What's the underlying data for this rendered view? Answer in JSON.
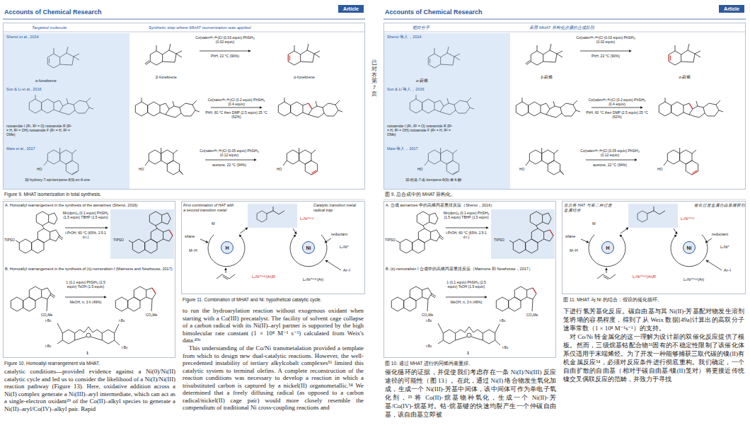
{
  "diagram": {
    "nodes": [
      {
        "text": [
          "Article"
        ]
      },
      {
        "text": [
          "Targeted molecule",
          "Synthetic step where MHAT isomerization was applied"
        ]
      },
      {
        "text": [
          "Shenvi et al., 2014",
          "α-funebrene",
          "Sun & Li et al., 2016",
          "notoamide I (R¹, R² = O) notoamide R (R¹ = H, R² = OH) notoamide F (R¹ = H, R² = OMe)",
          "Mats et al., 2017",
          "3β-hydroxy-7-epi-kempene-8(9)-en-6-one"
        ],
        "in": 1
      },
      {
        "text": [
          "A. Homoallyl rearrangement in the synthesis of the asmarines (Shenvi, 2016)",
          "B. Homoallyl rearrangement in the synthesis of (±)-nemoralisin I (Maimone and Newhouse, 2017)"
        ]
      },
      {
        "text": [
          "First combination of HAT with a second transition metal",
          "Catalytic transition metal radical trap"
        ]
      },
      {
        "text": [
          "H"
        ],
        "in": 4
      },
      {
        "text": [
          "Ni"
        ],
        "in": 4
      },
      {
        "text": [
          "Article"
        ]
      },
      {
        "text": [
          "靶向分子",
          "采用 MHAT 异构化步骤的合成阶段"
        ]
      },
      {
        "text": [
          "Shenvi 等人，2014",
          "α-葑烯",
          "Sun & Li 等人，2016",
          "notoamide I (R¹, R² = O) notoamide R (R¹ = H, R² = OH) notoamide F (R¹ = H, R² = OMe)",
          "Mats 等人，2017",
          "3β-羟基-7-表-kempene-8(9)-烯-6-酮"
        ],
        "in": 8
      },
      {
        "text": [
          "A. 合成 asmarines 中的高烯丙基重排反应（Shenvi，2016）",
          "B. (±)-nemoralisin I 合成中的高烯丙基重排反应（Maimone 和 Newhouse，2017）"
        ]
      },
      {
        "text": [
          "首次将 HAT 与第二种过渡金属结合",
          "催化过渡金属自由基捕获剂"
        ]
      },
      {
        "text": [
          "H"
        ],
        "in": 11
      },
      {
        "text": [
          "Ni"
        ],
        "in": 11
      }
    ],
    "labels": [
      "Accounts of Chemical Research",
      "Co(salenᵗᴮᵘ,ᵗᴮᵘ)Cl (0.03 equiv) PhSiH₃ (0.02 equiv)",
      "PhH, 22 °C (90%)",
      "β-funebrene",
      "α-funebrene",
      "Co(salenᵗᴮᵘ,ᵗᴮᵘ)Cl (0.2 equiv) PhSiH₃ (0.4 equiv)",
      "PhH, 60 °C then DMP (2.5 equiv) 25 °C (62%)",
      "Co(salenᵗᴮᵘ,ᵗᴮᵘ)Cl (0.05 equiv) PhSiH₃ (0.12 equiv)",
      "acetone, 22 °C (94%)",
      "HO",
      "HO",
      "HO",
      "Figure 9. MHAT isomerization in total synthesis.",
      "TIPSO",
      "TIPSO",
      "Mn(dpm)₃ (0.1 equiv) PhSiH₃ (1.5 equiv) TBHP (1.5 equiv)",
      "i-PrOH, 60 °C (65%, 2.5:1 d.r.)",
      "1 (0.1 equiv) PhSiH₃ (2.5 equiv) TsOH (1.5 equiv)",
      "MeOH, rt, 3 h (49%)",
      "CO₂Me",
      "CO₂Me",
      "t-Bu",
      "t-Bu",
      "t-Bu",
      "t-Bu",
      "1",
      "Figure 10. Homoallyl rearrangement via MHAT.",
      "silane",
      "M–H",
      "M",
      "reductant",
      "LₙNi⁽ⁿ⁺¹⁾",
      "LₙNiⁿ",
      "Ar–I",
      "LₙNi⁽ⁿ⁺²⁾(Ar)R",
      "LₙNi⁽ⁿ⁺¹⁾(Ar)",
      "Figure 11. Combination of MHAT and Ni: hypothetical catalytic cycle.",
      "catalytic conditions—provided evidence against a Ni(0)/Ni(II) catalytic cycle and led us to consider the likelihood of a Ni(I)/Ni(III) reaction pathway (Figure 13). Here, oxidative addition across a Ni(I) complex generate a Ni(III)–aryl intermediate, which can act as a single-electron oxidant²⁹ of the Co(II)–alkyl species to generate a Ni(II)–aryl/Co(IV)–alkyl pair. Rapid",
      "to run the hydroarylation reaction without exogenous oxidant when starting with a Co(III) precatalyst. The facility of solvent cage collapse of a carbon radical with its Ni(II)–aryl partner is supported by the high bimolecular rate constant (1 × 10⁸ M⁻¹ s⁻¹) calculated from Weix's data.⁴⁹ᵃ",
      "This understanding of the Co/Ni transmetalation provided a template from which to design new dual-catalytic reactions. However, the well-precedented instability of tertiary alkylcobalt complexes⁵¹ limited this catalytic system to terminal olefins. A complete reconstruction of the reaction conditions was necessary to develop a reaction in which a trisubstituted carbon is captured by a nickel(II) organometallic.⁵⁴ We determined that a freely diffusing radical (as opposed to a carbon radical/nickel(II) cage pair) would more closely resemble the compendium of traditional Ni cross-coupling reactions and",
      "Accounts of Chemical Research",
      "Co(salenᵗᴮᵘ,ᵗᴮᵘ)Cl (0.03 equiv) PhSiH₃ (0.02 equiv)",
      "PhH, 22 °C (90%)",
      "β-葑烯",
      "α-葑烯",
      "Co(salenᵗᴮᵘ,ᵗᴮᵘ)Cl (0.2 equiv) PhSiH₃ (0.4 equiv)",
      "PhH, 60 °C then DMP (2.5 equiv) 25 °C (62%)",
      "Co(salenᵗᴮᵘ,ᵗᴮᵘ)Cl (0.05 equiv) PhSiH₃ (0.12 equiv)",
      "acetone, 22 °C (94%)",
      "HO",
      "HO",
      "HO",
      "图 9. 总合成中的 MHAT 异构化。",
      "TIPSO",
      "TIPSO",
      "Mn(dpm)₃ (0.1 equiv) PhSiH₃ (1.5 equiv) TBHP (1.5 equiv)",
      "i-PrOH, 60 °C (65%, 2.5:1 d.r.)",
      "1 (0.1 equiv) PhSiH₃ (2.5 equiv) TsOH (1.5 equiv)",
      "MeOH, rt, 3 h (49%)",
      "CO₂Me",
      "CO₂Me",
      "t-Bu",
      "t-Bu",
      "t-Bu",
      "t-Bu",
      "1",
      "图 10. 通过 MHAT 进行的同烯丙基重排。",
      "silane",
      "M–H",
      "M",
      "reductant",
      "LₙNi⁽ⁿ⁺¹⁾",
      "LₙNiⁿ",
      "Ar–I",
      "LₙNi⁽ⁿ⁺²⁾(Ar)R",
      "LₙNi⁽ⁿ⁺¹⁾(Ar)",
      "图 11. MHAT 与 Ni 的结合：假设的催化循环。",
      "催化循环的证据，并促使我们考虑存在一条 Ni(I)/Ni(III) 反应途径的可能性（图 13）。在此，通过 Ni(I) 络合物发生氧化加成，生成一个 Ni(III)-芳基中间体，该中间体可作为单电子氧化剂，²⁹ 将 Co(II)-烷基物种氧化，生成一个 Ni(II)-芳基/Co(IV)-烷基对。钴-烷基键的快速均裂产生一个仲碳自由基，该自由基立即被",
      "下进行氢芳基化反应。碳自由基与其 Ni(II)-芳基配对物发生溶剂笼坍塌的容易程度，得到了从 Weix 数据[49a]计算出的高双分子速率常数（1 × 10⁸ M⁻¹s⁻¹）的支持。",
      "对 Co/Ni 转金属化的这一理解为设计新的双催化反应提供了模板。然而，三级烷基钴配合物⁵¹固有的不稳定性限制了该催化体系仅适用于末端烯烃。为了开发一种能够捕获三取代碳的镍(II)有机金属反应⁵⁴，必须对反应条件进行彻底重构。我们确定，一个自由扩散的自由基（相对于碳自由基/镍(II)笼对）将更接近传统镍交叉偶联反应的范畴，并致力于寻找",
      "已对齐第 7 页"
    ]
  }
}
